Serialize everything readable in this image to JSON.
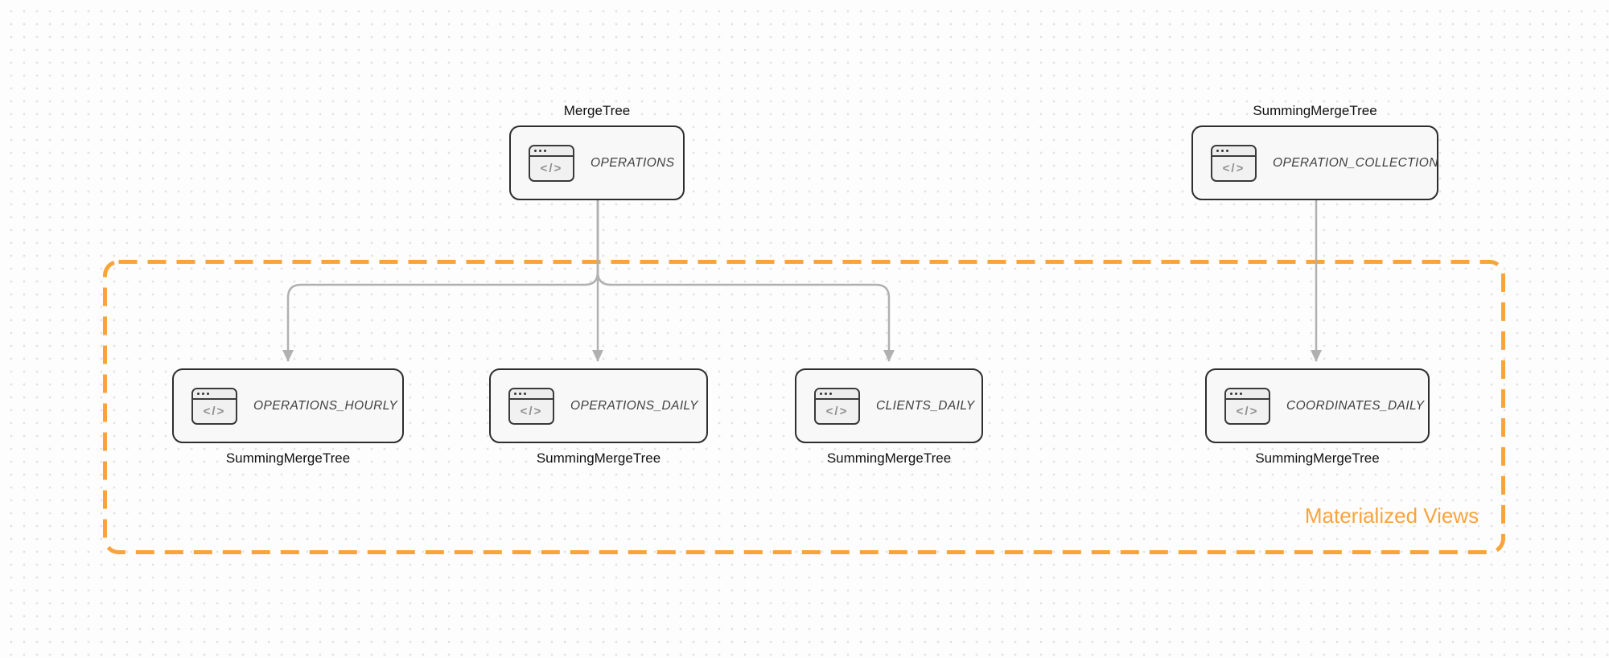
{
  "diagram": {
    "nodes": [
      {
        "id": "operations",
        "name": "OPERATIONS",
        "engine": "MergeTree",
        "engine_label_position": "above"
      },
      {
        "id": "operation-collection",
        "name": "OPERATION_COLLECTION",
        "engine": "SummingMergeTree",
        "engine_label_position": "above"
      },
      {
        "id": "operations-hourly",
        "name": "OPERATIONS_HOURLY",
        "engine": "SummingMergeTree",
        "engine_label_position": "below"
      },
      {
        "id": "operations-daily",
        "name": "OPERATIONS_DAILY",
        "engine": "SummingMergeTree",
        "engine_label_position": "below"
      },
      {
        "id": "clients-daily",
        "name": "CLIENTS_DAILY",
        "engine": "SummingMergeTree",
        "engine_label_position": "below"
      },
      {
        "id": "coordinates-daily",
        "name": "COORDINATES_DAILY",
        "engine": "SummingMergeTree",
        "engine_label_position": "below"
      }
    ],
    "edges": [
      {
        "from": "operations",
        "to": "operations-hourly"
      },
      {
        "from": "operations",
        "to": "operations-daily"
      },
      {
        "from": "operations",
        "to": "clients-daily"
      },
      {
        "from": "operation-collection",
        "to": "coordinates-daily"
      }
    ],
    "group": {
      "label": "Materialized Views"
    },
    "icons": {
      "code_window_glyph": "</>"
    },
    "colors": {
      "accent_orange": "#F9A43B",
      "arrow_gray": "#B0B0B0",
      "node_border": "#2E2E2E",
      "node_fill": "#F8F8F8",
      "engine_label_text": "#111111",
      "node_name_text": "#3F3F3F",
      "dot_grid": "#E3E3E3",
      "background": "#FDFDFD"
    }
  }
}
